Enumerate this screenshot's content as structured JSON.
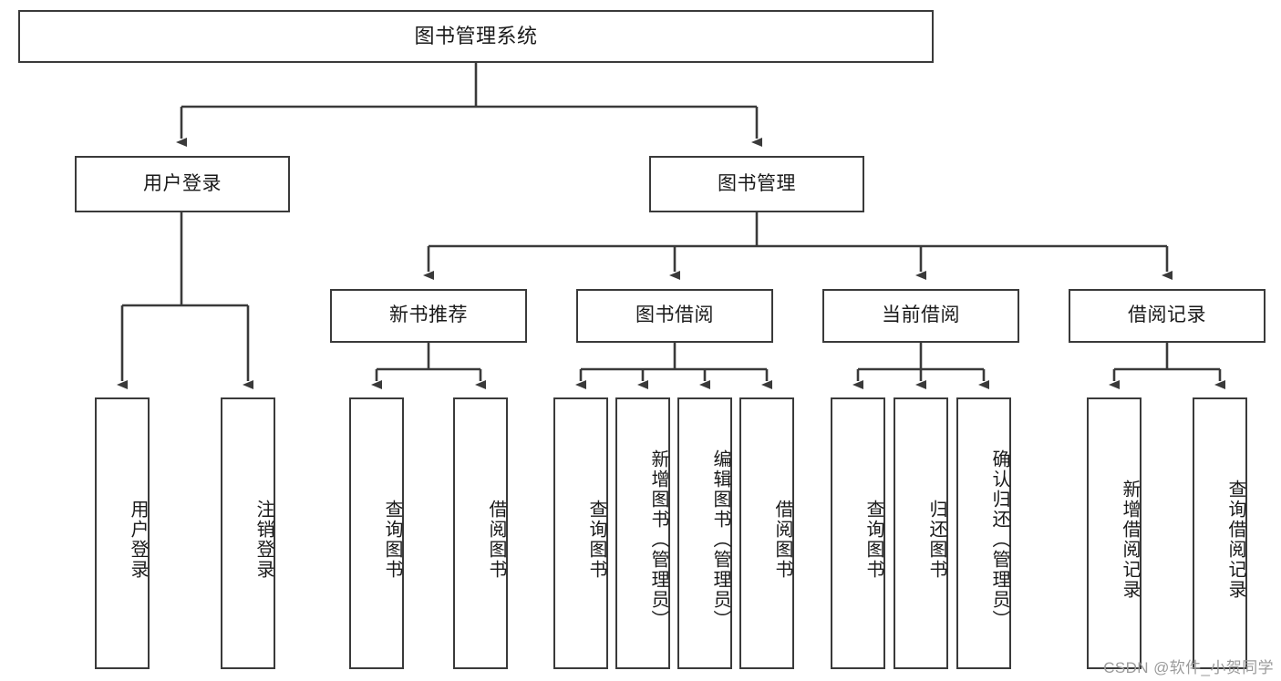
{
  "diagram": {
    "title": "图书管理系统",
    "type": "功能结构图",
    "stroke_color": "#3a3a3a",
    "fill_color": "#ffffff",
    "text_color": "#1a1a1a"
  },
  "nodes": {
    "root": {
      "label": "图书管理系统"
    },
    "level2": [
      {
        "id": "user-login",
        "label": "用户登录"
      },
      {
        "id": "book-manage",
        "label": "图书管理"
      }
    ],
    "level3": [
      {
        "id": "new-book-rec",
        "label": "新书推荐"
      },
      {
        "id": "book-borrow",
        "label": "图书借阅"
      },
      {
        "id": "current-borrow",
        "label": "当前借阅"
      },
      {
        "id": "borrow-record",
        "label": "借阅记录"
      }
    ],
    "leaves": {
      "user-login": [
        {
          "id": "leaf-user-login",
          "label": "用户登录"
        },
        {
          "id": "leaf-user-logout",
          "label": "注销登录"
        }
      ],
      "new-book-rec": [
        {
          "id": "leaf-query-book-1",
          "label": "查询图书"
        },
        {
          "id": "leaf-borrow-book-1",
          "label": "借阅图书"
        }
      ],
      "book-borrow": [
        {
          "id": "leaf-query-book-2",
          "label": "查询图书"
        },
        {
          "id": "leaf-add-book",
          "label": "新增图书（管理员）"
        },
        {
          "id": "leaf-edit-book",
          "label": "编辑图书（管理员）"
        },
        {
          "id": "leaf-borrow-book-2",
          "label": "借阅图书"
        }
      ],
      "current-borrow": [
        {
          "id": "leaf-query-book-3",
          "label": "查询图书"
        },
        {
          "id": "leaf-return-book",
          "label": "归还图书"
        },
        {
          "id": "leaf-confirm-return",
          "label": "确认归还（管理员）"
        }
      ],
      "borrow-record": [
        {
          "id": "leaf-add-record",
          "label": "新增借阅记录"
        },
        {
          "id": "leaf-query-record",
          "label": "查询借阅记录"
        }
      ]
    }
  },
  "watermark": {
    "text": "CSDN @软件_小贺同学"
  }
}
